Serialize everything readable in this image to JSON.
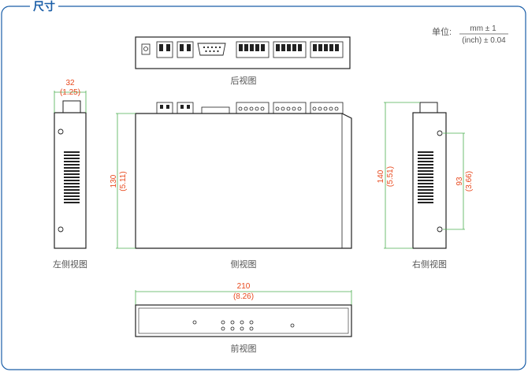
{
  "header": {
    "title": "尺寸"
  },
  "unit": {
    "prefix": "单位:",
    "numerator": "mm ± 1",
    "denominator": "(inch) ± 0.04"
  },
  "views": {
    "rear": "后视图",
    "left": "左侧视图",
    "side": "侧视图",
    "right": "右侧视图",
    "front": "前视图"
  },
  "dimensions": {
    "depth_mm": "32",
    "depth_in": "(1.25)",
    "height_mm": "130",
    "height_in": "(5.11)",
    "height2_mm": "140",
    "height2_in": "(5.51)",
    "mount_mm": "93",
    "mount_in": "(3.66)",
    "width_mm": "210",
    "width_in": "(8.26)"
  },
  "colors": {
    "border": "#1a5ea8",
    "dimension": "#4caf50",
    "dimension_text": "#e8481c",
    "label": "#555555",
    "line": "#222222"
  }
}
